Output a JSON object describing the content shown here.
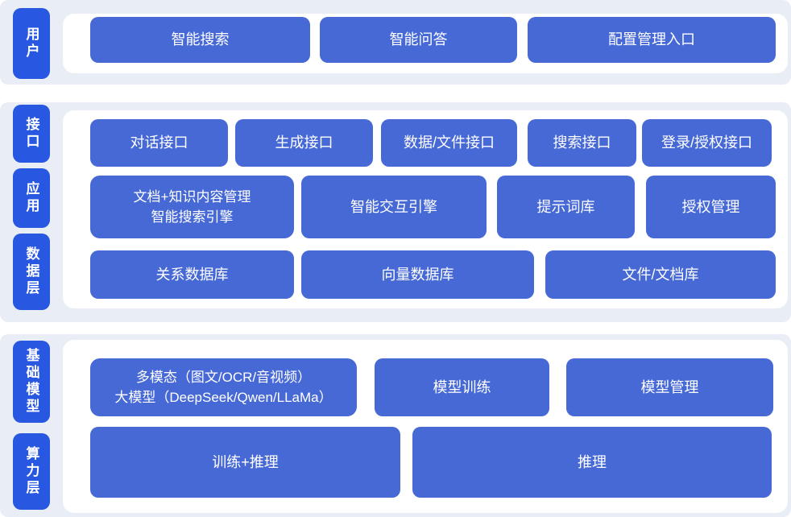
{
  "colors": {
    "band_bg": "#e9eef6",
    "panel_bg": "#ffffff",
    "box_bg": "#4769d6",
    "pill_bg": "#2857e1",
    "text": "#ffffff"
  },
  "layers": [
    {
      "name": "user-layer",
      "pills": [
        {
          "label": "用户"
        }
      ],
      "rows": [
        {
          "boxes": [
            {
              "label": "智能搜索"
            },
            {
              "label": "智能问答"
            },
            {
              "label": "配置管理入口"
            }
          ]
        }
      ]
    },
    {
      "name": "interface-application-data-layer",
      "pills": [
        {
          "label": "接口"
        },
        {
          "label": "应用"
        },
        {
          "label": "数据层"
        }
      ],
      "rows": [
        {
          "boxes": [
            {
              "label": "对话接口"
            },
            {
              "label": "生成接口"
            },
            {
              "label": "数据/文件接口"
            },
            {
              "label": "搜索接口"
            },
            {
              "label": "登录/授权接口"
            }
          ]
        },
        {
          "boxes": [
            {
              "label": "文档+知识内容管理\n智能搜索引擎"
            },
            {
              "label": "智能交互引擎"
            },
            {
              "label": "提示词库"
            },
            {
              "label": "授权管理"
            }
          ]
        },
        {
          "boxes": [
            {
              "label": "关系数据库"
            },
            {
              "label": "向量数据库"
            },
            {
              "label": "文件/文档库"
            }
          ]
        }
      ]
    },
    {
      "name": "model-compute-layer",
      "pills": [
        {
          "label": "基础模型"
        },
        {
          "label": "算力层"
        }
      ],
      "rows": [
        {
          "boxes": [
            {
              "label": "多模态（图文/OCR/音视频）\n大模型（DeepSeek/Qwen/LLaMa）"
            },
            {
              "label": "模型训练"
            },
            {
              "label": "模型管理"
            }
          ]
        },
        {
          "boxes": [
            {
              "label": "训练+推理"
            },
            {
              "label": "推理"
            }
          ]
        }
      ]
    }
  ]
}
